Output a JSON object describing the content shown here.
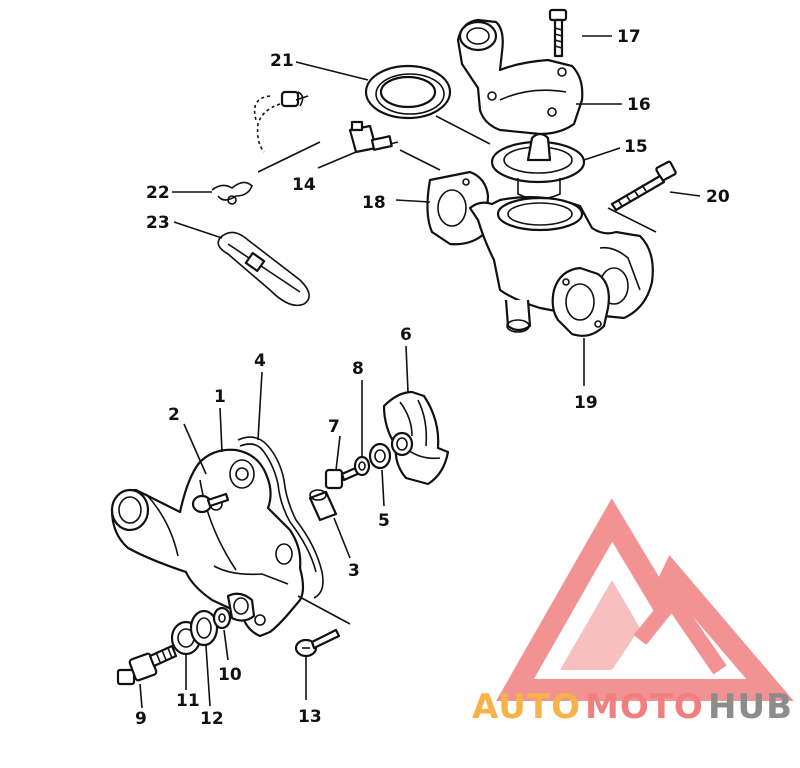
{
  "diagram": {
    "part_numbers": {
      "p1": "1",
      "p2": "2",
      "p3": "3",
      "p4": "4",
      "p5": "5",
      "p6": "6",
      "p7": "7",
      "p8": "8",
      "p9": "9",
      "p10": "10",
      "p11": "11",
      "p12": "12",
      "p13": "13",
      "p14": "14",
      "p15": "15",
      "p16": "16",
      "p17": "17",
      "p18": "18",
      "p19": "19",
      "p20": "20",
      "p21": "21",
      "p22": "22",
      "p23": "23"
    }
  },
  "watermark": {
    "part1": "AUTO",
    "part2": "MOTO",
    "part3": "HUB",
    "colors": {
      "orange": "#f7b24a",
      "pink": "#f08080",
      "gray": "#8c8c8c"
    }
  }
}
